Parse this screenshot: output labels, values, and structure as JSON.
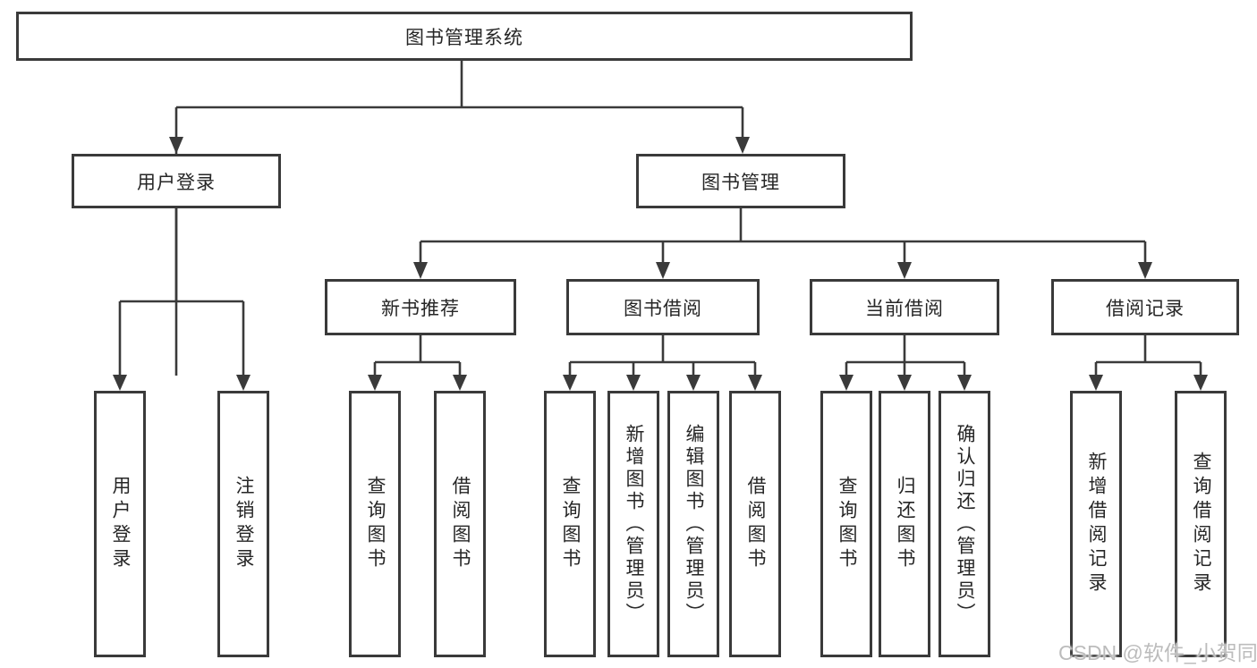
{
  "colors": {
    "line": "#3a3a3a",
    "box-fill": "#ffffff",
    "text": "#262626",
    "watermark": "#bcbcbc"
  },
  "watermark": {
    "text": "CSDN @软件_小贺同学"
  },
  "diagram": {
    "root": {
      "label": "图书管理系统"
    },
    "branches": [
      {
        "label": "用户登录",
        "children": [
          {
            "label": "用户登录"
          },
          {
            "label": "注销登录"
          }
        ]
      },
      {
        "label": "图书管理",
        "children": [
          {
            "label": "新书推荐",
            "children": [
              {
                "label": "查询图书"
              },
              {
                "label": "借阅图书"
              }
            ]
          },
          {
            "label": "图书借阅",
            "children": [
              {
                "label": "查询图书"
              },
              {
                "label": "新增图书（管理员）"
              },
              {
                "label": "编辑图书（管理员）"
              },
              {
                "label": "借阅图书"
              }
            ]
          },
          {
            "label": "当前借阅",
            "children": [
              {
                "label": "查询图书"
              },
              {
                "label": "归还图书"
              },
              {
                "label": "确认归还（管理员）"
              }
            ]
          },
          {
            "label": "借阅记录",
            "children": [
              {
                "label": "新增借阅记录"
              },
              {
                "label": "查询借阅记录"
              }
            ]
          }
        ]
      }
    ]
  }
}
